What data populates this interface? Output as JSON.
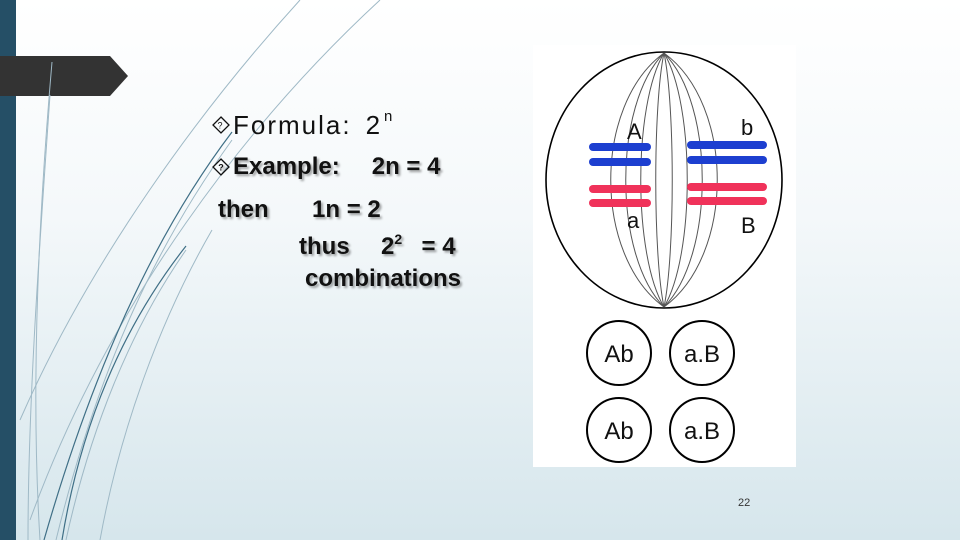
{
  "slide": {
    "formula": {
      "label": "Formula:",
      "base": "2",
      "exponent": "n"
    },
    "example": {
      "label": "Example:",
      "expression": "2n = 4"
    },
    "then": {
      "label": "then",
      "expression": "1n = 2"
    },
    "thus": {
      "label": "thus",
      "base": "2",
      "exponent": "2",
      "result": "= 4"
    },
    "combinations": "combinations",
    "page_number": "22",
    "bullet_icon": "diamond-question-icon"
  },
  "figure": {
    "chromosome_labels": {
      "top_left": "A",
      "top_right": "b",
      "bottom_left": "a",
      "bottom_right": "B"
    },
    "gametes": [
      "Ab",
      "a.B",
      "Ab",
      "a.B"
    ],
    "colors": {
      "blue_chromosome": "#1d3fd0",
      "red_chromosome": "#f0325a",
      "outline": "#000000"
    }
  },
  "colors": {
    "accent_bar": "#254f66",
    "tab": "#333333"
  }
}
